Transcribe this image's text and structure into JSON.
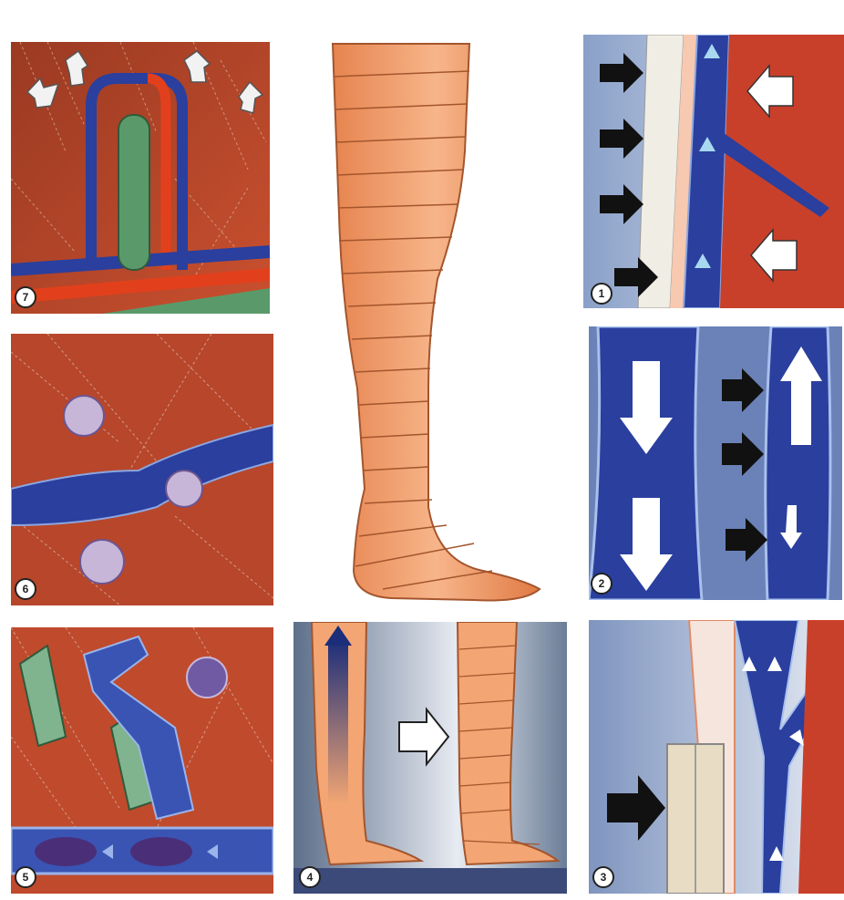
{
  "panels": [
    {
      "id": "7",
      "label": "7"
    },
    {
      "id": "6",
      "label": "6"
    },
    {
      "id": "5",
      "label": "5"
    },
    {
      "id": "4",
      "label": "4"
    },
    {
      "id": "1",
      "label": "1"
    },
    {
      "id": "2",
      "label": "2"
    },
    {
      "id": "3",
      "label": "3"
    }
  ],
  "colors": {
    "muscle": "#b8432a",
    "vein": "#2a3f9e",
    "artery": "#e2401c",
    "lymph": "#5a9a6a",
    "skin": "#f3a673",
    "bandage_line": "#a4552d",
    "arrow_dark": "#111111",
    "arrow_light": "#ffffff"
  },
  "icons": [
    "pressure-arrow-icon",
    "flow-arrow-icon",
    "cell-icon",
    "leg-icon"
  ]
}
